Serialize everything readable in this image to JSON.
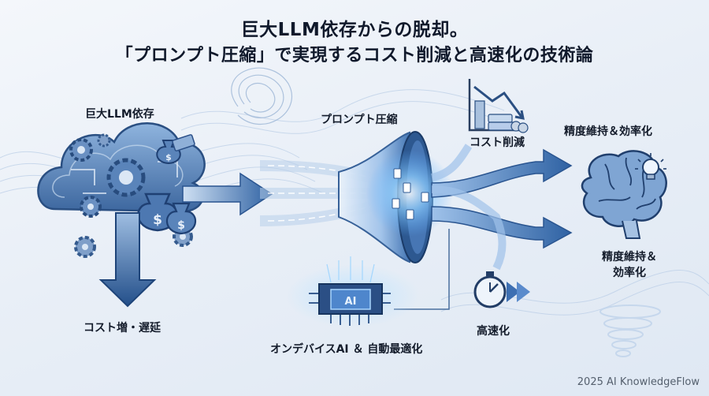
{
  "title": {
    "line1": "巨大LLM依存からの脱却。",
    "line2": "「プロンプト圧縮」で実現するコスト削減と高速化の技術論"
  },
  "labels": {
    "llm_dependency": "巨大LLM依存",
    "prompt_compression": "プロンプト圧縮",
    "cost_reduction": "コスト削減",
    "accuracy_efficiency_top": "精度維持＆効率化",
    "accuracy_efficiency_bottom_line1": "精度維持＆",
    "accuracy_efficiency_bottom_line2": "効率化",
    "cost_increase_delay": "コスト増・遅延",
    "speedup": "高速化",
    "on_device": "オンデバイスAI ＆ 自動最適化",
    "chip_text": "AI"
  },
  "footer": "2025 AI KnowledgeFlow",
  "colors": {
    "primary": "#3a6aa8",
    "dark": "#1d3f6e",
    "light": "#9fc2ea",
    "glow": "#5fb0ff"
  },
  "icons": [
    "cloud-icon",
    "gear-icon",
    "money-bag-icon",
    "funnel-icon",
    "chart-down-icon",
    "brain-icon",
    "lightbulb-icon",
    "stopwatch-icon",
    "chip-icon",
    "tornado-icon"
  ]
}
